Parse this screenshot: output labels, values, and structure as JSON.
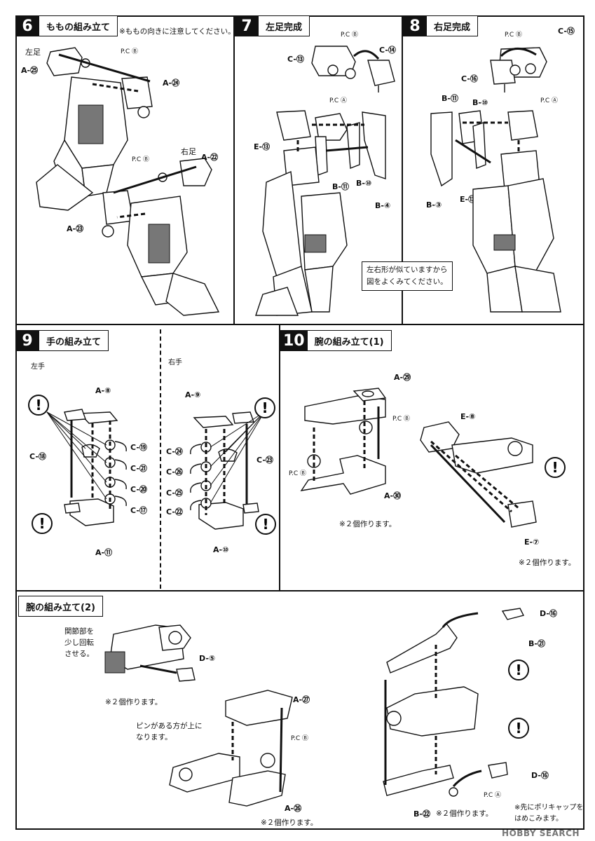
{
  "steps": [
    {
      "num": "6",
      "title": "ももの組み立て",
      "note": "※ももの向きに注意してください。"
    },
    {
      "num": "7",
      "title": "左足完成"
    },
    {
      "num": "8",
      "title": "右足完成"
    },
    {
      "num": "9",
      "title": "手の組み立て"
    },
    {
      "num": "10",
      "title": "腕の組み立て(1)"
    },
    {
      "num": "",
      "title": "腕の組み立て(2)"
    }
  ],
  "step6": {
    "left_leg": "左足",
    "right_leg": "右足",
    "parts": [
      "A-㉕",
      "P.C Ⓑ",
      "A-㉔",
      "A-㉒",
      "A-㉓",
      "P.C Ⓑ"
    ]
  },
  "step7": {
    "parts": [
      "P.C Ⓑ",
      "C-⑬",
      "C-⑭",
      "P.C Ⓐ",
      "E-⑬",
      "B-⑪",
      "B-⑩",
      "B-④"
    ],
    "callout": [
      "左右形が似ていますから",
      "図をよくみてください。"
    ]
  },
  "step8": {
    "parts": [
      "P.C Ⓑ",
      "C-⑮",
      "C-⑯",
      "P.C Ⓐ",
      "B-⑪",
      "B-⑩",
      "B-③",
      "E-⑬"
    ]
  },
  "step9": {
    "left_hand": "左手",
    "right_hand": "右手",
    "left_parts": [
      "A-⑧",
      "C-⑲",
      "C-⑱",
      "C-㉑",
      "C-⑳",
      "C-⑰",
      "A-⑪"
    ],
    "right_parts": [
      "A-⑨",
      "C-㉔",
      "C-㉓",
      "C-㉖",
      "C-㉕",
      "C-㉒",
      "A-⑩"
    ]
  },
  "step10": {
    "parts": [
      "A-㉙",
      "P.C Ⓑ",
      "P.C Ⓑ",
      "A-㉚",
      "E-⑧",
      "E-⑦"
    ],
    "note_make_two": "※２個作ります。"
  },
  "step11": {
    "rotate_note": [
      "関節部を",
      "少し回転",
      "させる。"
    ],
    "pin_note": [
      "ピンがある方が上に",
      "なります。"
    ],
    "polycap_note": [
      "※先にポリキャップを",
      "はめこみます。"
    ],
    "note_make_two": "※２個作ります。",
    "parts": [
      "D-⑤",
      "A-㉗",
      "P.C Ⓑ",
      "A-㉖",
      "D-⑯",
      "B-㉑",
      "D-⑯",
      "P.C Ⓐ",
      "B-㉒"
    ]
  },
  "watermark": "HOBBY SEARCH"
}
